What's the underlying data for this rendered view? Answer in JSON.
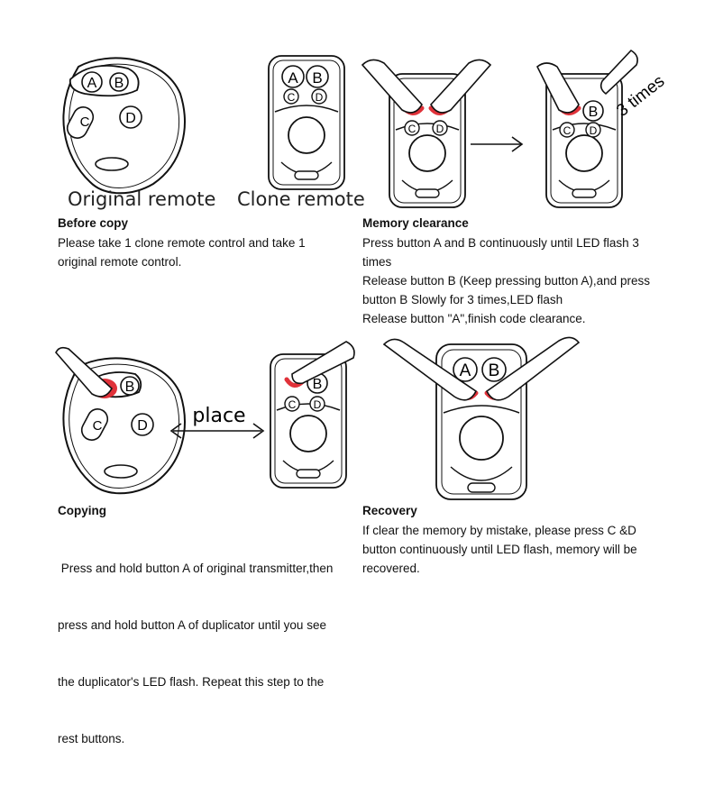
{
  "captions": {
    "original_remote": "Original remote",
    "clone_remote": "Clone remote",
    "place": "place",
    "three_times": "3 times"
  },
  "button_letters": {
    "a": "A",
    "b": "B",
    "c": "C",
    "d": "D"
  },
  "colors": {
    "press_highlight": "#e0323a",
    "ink": "#111111"
  },
  "sections": {
    "before_copy": {
      "title": "Before copy",
      "lines": [
        "Please take 1 clone remote control and take 1",
        "original remote control."
      ]
    },
    "memory_clearance": {
      "title": "Memory clearance",
      "lines": [
        "Press button A and B continuously until LED flash 3",
        "times",
        "Release button B (Keep pressing button A),and press",
        "button B Slowly for 3 times,LED flash",
        "Release button \"A\",finish code clearance."
      ]
    },
    "copying": {
      "title": "Copying",
      "lines": [
        " Press and hold button A of original transmitter,then",
        "press and hold button A of duplicator until you see",
        "the duplicator's LED flash. Repeat this step to the",
        "rest buttons."
      ]
    },
    "recovery": {
      "title": "Recovery",
      "lines": [
        "If clear the memory by mistake, please press C &D",
        "button continuously until LED flash, memory will be",
        "recovered."
      ]
    }
  }
}
